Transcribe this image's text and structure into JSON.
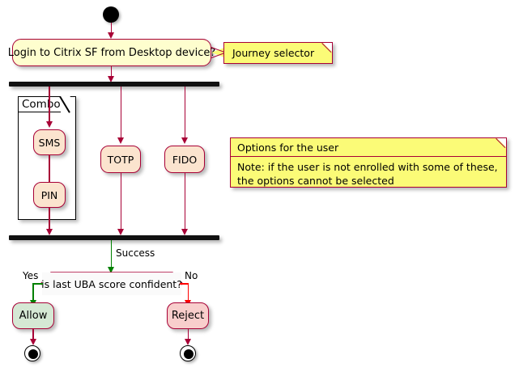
{
  "diagram": {
    "type": "uml-activity-diagram",
    "title": "MFA journey selection activity diagram",
    "colors": {
      "edge": "#A80036",
      "edge_yes": "#008000",
      "edge_no": "#FF0000",
      "activity_fill": "#FEFECE",
      "option_fill": "#FBE4CE",
      "allow_fill": "#D5E8D4",
      "reject_fill": "#F8CECC",
      "note_fill": "#FBFB77",
      "bar_fill": "#111111"
    }
  },
  "nodes": {
    "start": "start-node",
    "login_activity": "Login to Citrix SF from Desktop device?",
    "fork_bar": "fork",
    "partition_label": "Combo",
    "option_sms": "SMS",
    "option_pin": "PIN",
    "option_totp": "TOTP",
    "option_fido": "FIDO",
    "join_bar": "join",
    "success_label": "Success",
    "decision": "is last UBA score confident?",
    "branch_yes": "Yes",
    "branch_no": "No",
    "allow": "Allow",
    "reject": "Reject",
    "end_allow": "end-node",
    "end_reject": "end-node"
  },
  "notes": {
    "journey": {
      "text": "Journey selector"
    },
    "options": {
      "title": "Options for the user",
      "body": "Note: if the user is not enrolled with some of these, the options cannot be selected",
      "line1": "Note: if the user is not enrolled with some of these,",
      "line2": "the options cannot be selected"
    }
  }
}
